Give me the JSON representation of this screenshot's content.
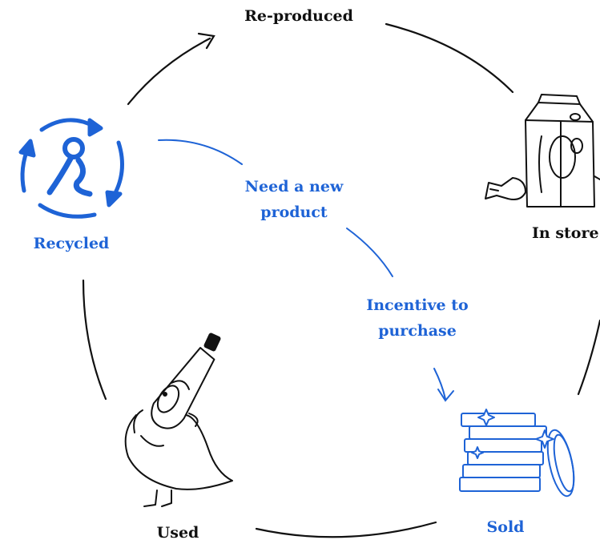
{
  "colors": {
    "ink": "#111111",
    "accent": "#1e63d6",
    "background": "#ffffff"
  },
  "nodes": {
    "reproduced": {
      "label": "Re-produced",
      "icon": "arrow-head-icon"
    },
    "in_store": {
      "label": "In store",
      "icon": "milk-carton-and-candy-icon"
    },
    "sold": {
      "label": "Sold",
      "icon": "coin-stack-icon"
    },
    "used": {
      "label": "Used",
      "icon": "bird-holding-bottle-icon"
    },
    "recycled": {
      "label": "Recycled",
      "icon": "recycle-logo-icon"
    }
  },
  "annotations": {
    "need_line1": "Need a new",
    "need_line2": "product",
    "incentive_line1": "Incentive to",
    "incentive_line2": "purchase"
  }
}
